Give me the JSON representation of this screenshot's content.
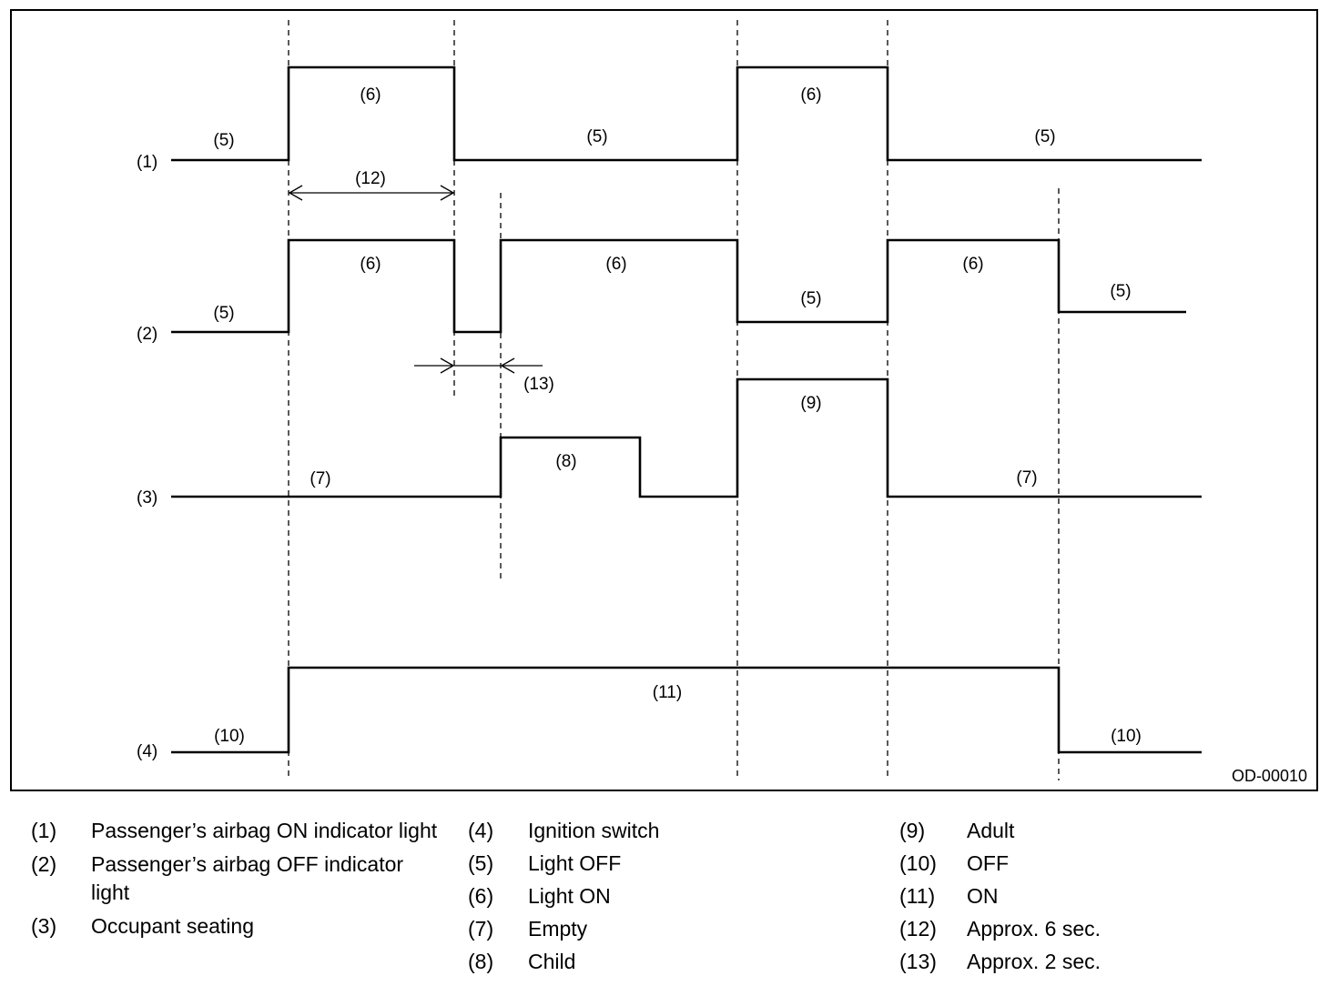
{
  "figure_id": "OD-00010",
  "row_labels": [
    "(1)",
    "(2)",
    "(3)",
    "(4)"
  ],
  "waveform_labels": {
    "r1": [
      "(5)",
      "(6)",
      "(5)",
      "(6)",
      "(5)"
    ],
    "r2": [
      "(5)",
      "(6)",
      "(6)",
      "(5)",
      "(6)",
      "(5)"
    ],
    "r3": [
      "(7)",
      "(8)",
      "(9)",
      "(7)"
    ],
    "r4": [
      "(10)",
      "(11)",
      "(10)"
    ],
    "interval_6s": "(12)",
    "interval_2s": "(13)"
  },
  "legend": {
    "col1": [
      {
        "num": "(1)",
        "text": "Passenger’s airbag ON indicator light"
      },
      {
        "num": "(2)",
        "text": "Passenger’s airbag OFF indicator light"
      },
      {
        "num": "(3)",
        "text": "Occupant seating"
      }
    ],
    "col2": [
      {
        "num": "(4)",
        "text": "Ignition switch"
      },
      {
        "num": "(5)",
        "text": "Light OFF"
      },
      {
        "num": "(6)",
        "text": "Light ON"
      },
      {
        "num": "(7)",
        "text": "Empty"
      },
      {
        "num": "(8)",
        "text": "Child"
      }
    ],
    "col3": [
      {
        "num": "(9)",
        "text": "Adult"
      },
      {
        "num": "(10)",
        "text": "OFF"
      },
      {
        "num": "(11)",
        "text": "ON"
      },
      {
        "num": "(12)",
        "text": "Approx. 6 sec."
      },
      {
        "num": "(13)",
        "text": "Approx. 2 sec."
      }
    ]
  }
}
